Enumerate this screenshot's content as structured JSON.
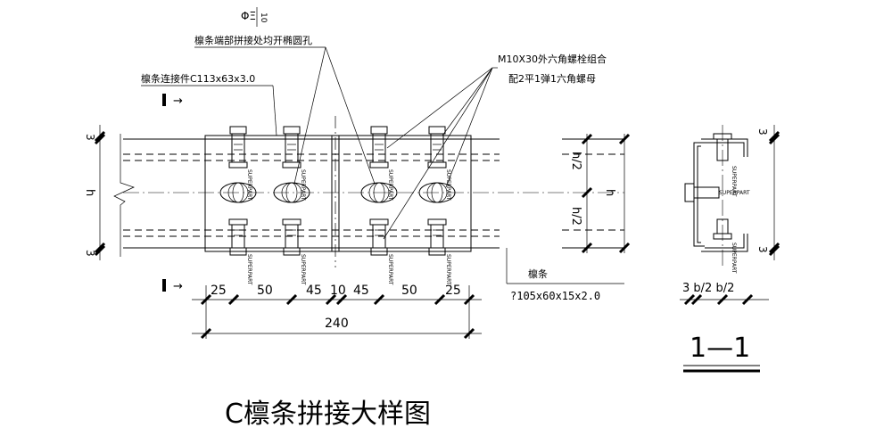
{
  "labels": {
    "hole_symbol": "ΦΞ",
    "hole_spec": "10",
    "hole_note": "檩条端部拼接处均开椭圆孔",
    "connector": "檩条连接件C113x63x3.0",
    "bolt_line1": "M10X30外六角螺栓组合",
    "bolt_line2": "配2平1弹1六角螺母",
    "section_mark": "I",
    "arrow": "→",
    "purlin": "檩条",
    "purlin_spec": "?105x60x15x2.0",
    "superpart": "SUPERPART"
  },
  "dimensions": {
    "top_3": "3",
    "h": "h",
    "bottom_3": "3",
    "h_half_top": "h/2",
    "h_half_bottom": "h/2",
    "h_right": "h",
    "bottom_segments": [
      "25",
      "50",
      "45",
      "10",
      "45",
      "50",
      "25"
    ],
    "total": "240",
    "sec_top_3": "3",
    "sec_bottom_3": "3",
    "sec_bottom_row": "3 b/2 b/2"
  },
  "section": {
    "label": "1—1"
  },
  "title": "C檩条拼接大样图"
}
